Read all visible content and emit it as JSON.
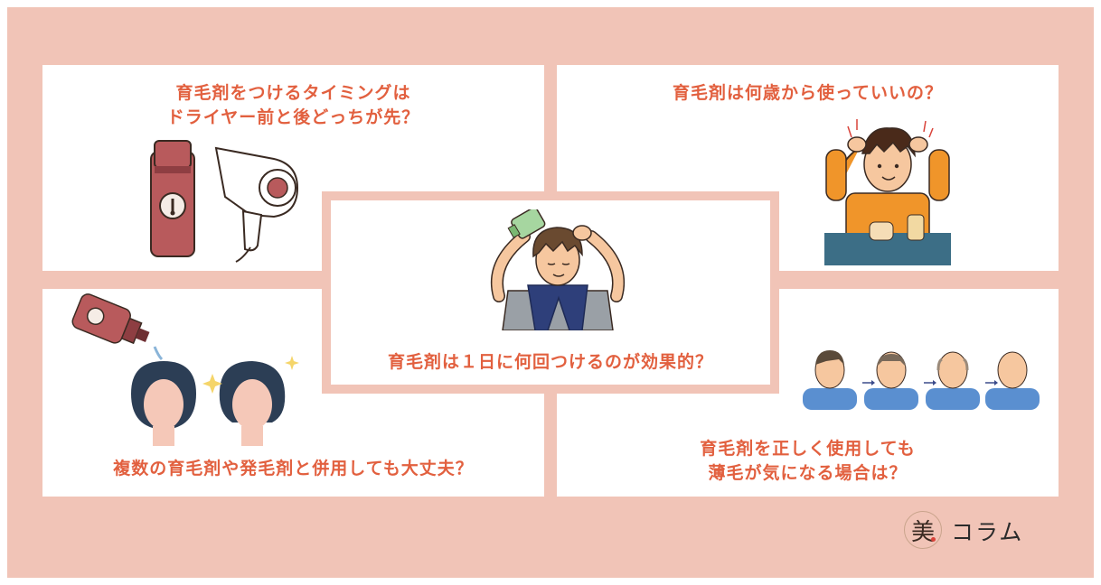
{
  "cards": {
    "top_left": {
      "line1": "育毛剤をつけるタイミングは",
      "line2": "ドライヤー前と後どっちが先？"
    },
    "top_right": {
      "line1": "育毛剤は何歳から使っていいの？"
    },
    "center": {
      "line1": "育毛剤は１日に何回つけるのが効果的？"
    },
    "bottom_left": {
      "line1": "複数の育毛剤や発毛剤と併用しても大丈夫？"
    },
    "bottom_right": {
      "line1": "育毛剤を正しく使用しても",
      "line2": "薄毛が気になる場合は？"
    }
  },
  "logo": {
    "mark": "美",
    "text": "コラム"
  },
  "colors": {
    "background": "#f1c4b7",
    "title": "#e2603f",
    "bottle": "#b85a5c",
    "shirt_orange": "#f0952a",
    "shirt_blue": "#5a8fd0",
    "desk": "#3c6e86"
  },
  "icons": [
    "hair-tonic-bottle-icon",
    "hair-dryer-icon",
    "worried-boy-icon",
    "man-applying-tonic-icon",
    "spray-bottle-icon",
    "female-head-icon",
    "hair-loss-progression-icon",
    "arrow-right-icon"
  ]
}
